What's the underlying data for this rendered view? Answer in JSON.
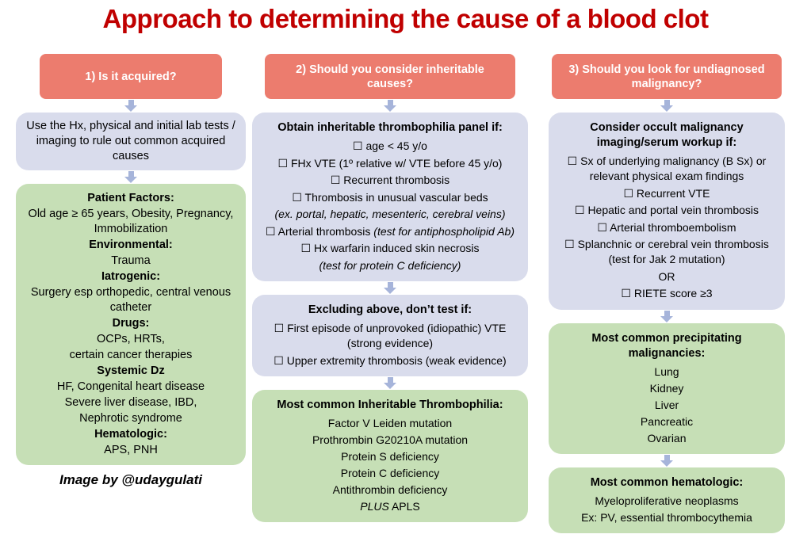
{
  "title": "Approach to determining the cause of a blood clot",
  "credit": "Image by @udaygulati",
  "colors": {
    "title_red": "#C00000",
    "header_bg": "#EC7C6E",
    "info_bg": "#D9DCEC",
    "list_bg": "#C6DFB6",
    "arrow_blue": "#A6B4DA"
  },
  "col1": {
    "header": "1) Is it acquired?",
    "intro": "Use the Hx, physical and initial lab tests / imaging to rule out common acquired causes",
    "factors": [
      "Patient Factors:",
      "Old age ≥ 65 years, Obesity, Pregnancy, Immobilization",
      "Environmental:",
      "Trauma",
      "Iatrogenic:",
      "Surgery esp orthopedic, central venous catheter",
      "Drugs:",
      "OCPs, HRTs,",
      "certain cancer therapies",
      "Systemic Dz",
      "HF, Congenital heart disease",
      "Severe liver disease, IBD,",
      "Nephrotic syndrome",
      "Hematologic:",
      "APS, PNH"
    ]
  },
  "col2": {
    "header": "2) Should you consider inheritable causes?",
    "panel": {
      "title": "Obtain inheritable thrombophilia panel if:",
      "items": [
        "☐ age < 45 y/o",
        "☐ FHx VTE (1º relative w/ VTE before 45 y/o)",
        "☐ Recurrent thrombosis",
        "☐ Thrombosis in unusual vascular beds",
        "(ex. portal, hepatic, mesenteric, cerebral veins)",
        {
          "pre": "☐ Arterial thrombosis ",
          "em": "(test for antiphospholipid Ab)"
        },
        "☐ Hx warfarin induced skin necrosis",
        "(test for protein C deficiency)"
      ]
    },
    "exclude": {
      "title": "Excluding above, don’t test if:",
      "items": [
        "☐ First episode of unprovoked (idiopathic) VTE (strong evidence)",
        "☐ Upper extremity thrombosis (weak evidence)"
      ]
    },
    "common": {
      "title": "Most common Inheritable Thrombophilia:",
      "items": [
        "Factor V Leiden mutation",
        "Prothrombin G20210A mutation",
        "Protein S deficiency",
        "Protein C deficiency",
        "Antithrombin deficiency"
      ],
      "plus_em": "PLUS",
      "plus_rest": " APLS"
    }
  },
  "col3": {
    "header": "3) Should you look for undiagnosed malignancy?",
    "workup": {
      "title": "Consider occult malignancy imaging/serum workup if:",
      "items": [
        "☐ Sx of underlying malignancy (B Sx) or relevant physical exam findings",
        "☐ Recurrent VTE",
        "☐ Hepatic and portal vein thrombosis",
        "☐ Arterial thromboembolism",
        "☐ Splanchnic or cerebral vein thrombosis (test for Jak 2 mutation)",
        "OR",
        "☐ RIETE score ≥3"
      ]
    },
    "malignancies": {
      "title": "Most common precipitating malignancies:",
      "items": [
        "Lung",
        "Kidney",
        "Liver",
        "Pancreatic",
        "Ovarian"
      ]
    },
    "hematologic": {
      "title": "Most common hematologic:",
      "items": [
        "Myeloproliferative neoplasms",
        "Ex: PV, essential thrombocythemia"
      ]
    }
  }
}
